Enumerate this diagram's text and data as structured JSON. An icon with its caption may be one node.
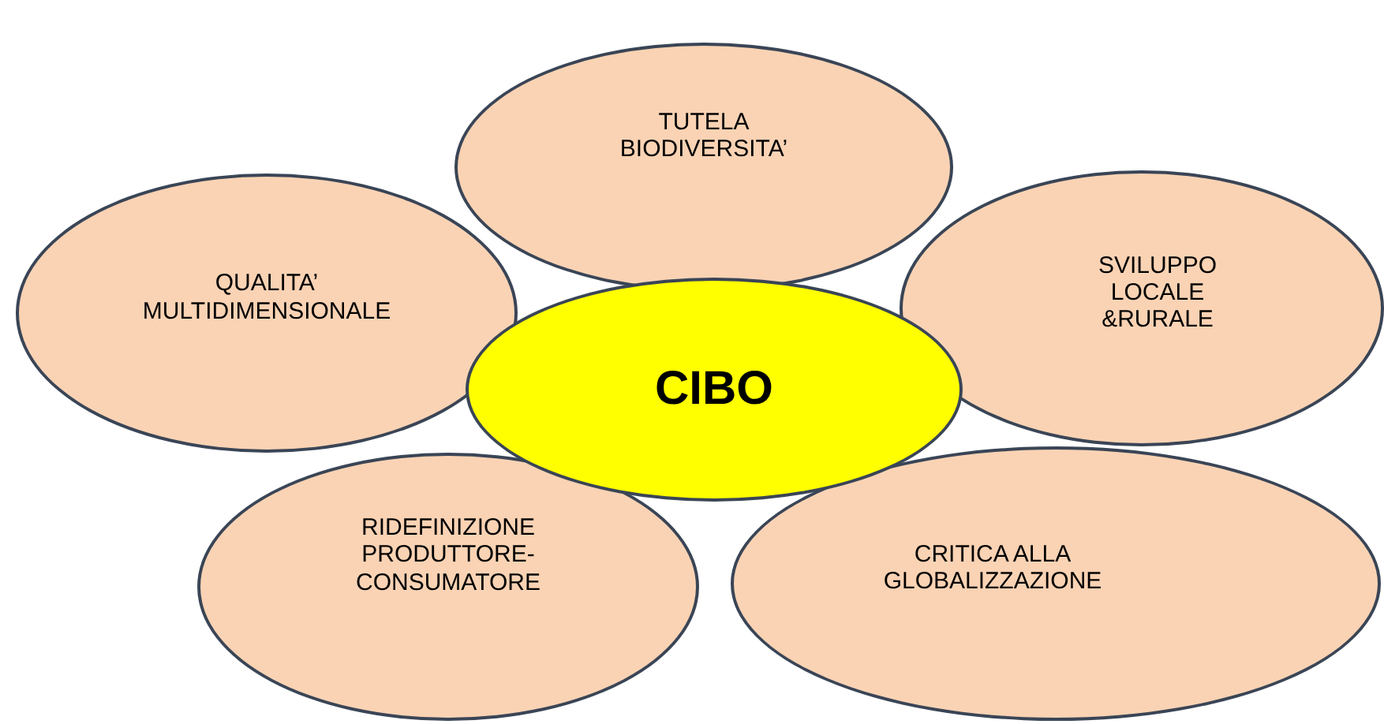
{
  "diagram": {
    "nodes": [
      {
        "text": [
          "TUTELA BIODIVERSITA’"
        ]
      },
      {
        "text": [
          "QUALITA’ MULTIDIMENSIONALE"
        ]
      },
      {
        "text": [
          "SVILUPPO LOCALE &RURALE"
        ]
      },
      {
        "text": [
          "CIBO"
        ]
      },
      {
        "text": [
          "RIDEFINIZIONE PRODUTTORE-CONSUMATORE"
        ]
      },
      {
        "text": [
          "CRITICA ALLA GLOBALIZZAZIONE"
        ]
      }
    ]
  }
}
